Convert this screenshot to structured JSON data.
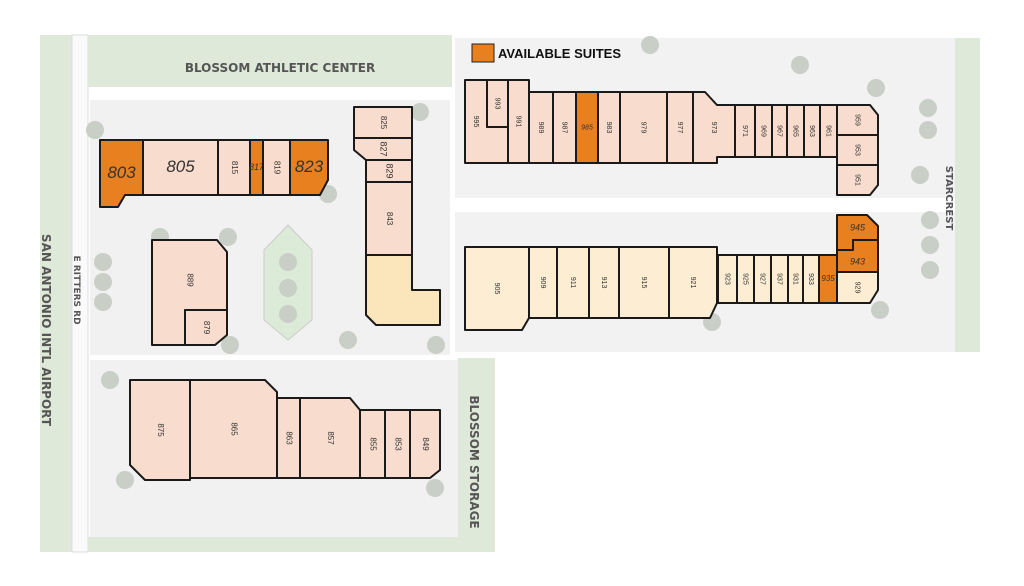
{
  "legend": {
    "label": "AVAILABLE SUITES",
    "color": "#e8801f"
  },
  "labels": {
    "athletic_center": "BLOSSOM ATHLETIC CENTER",
    "storage": "BLOSSOM STORAGE",
    "airport": "SAN ANTONIO INTL AIRPORT",
    "road": "E RITTERS RD",
    "starcrest": "STARCREST"
  },
  "colors": {
    "available": "#e8801f",
    "leased": "#f8dccd",
    "leased_alt": "#fdedd3",
    "tan": "#fbe6bb",
    "green": "#dfe9d9",
    "lot": "#f1f1f1"
  },
  "units": [
    {
      "id": "803",
      "status": "available"
    },
    {
      "id": "805",
      "status": "leased"
    },
    {
      "id": "815",
      "status": "leased"
    },
    {
      "id": "817",
      "status": "available"
    },
    {
      "id": "819",
      "status": "leased"
    },
    {
      "id": "823",
      "status": "available"
    },
    {
      "id": "825",
      "status": "leased"
    },
    {
      "id": "827",
      "status": "leased"
    },
    {
      "id": "829",
      "status": "leased"
    },
    {
      "id": "843",
      "status": "leased"
    },
    {
      "id": "889",
      "status": "leased"
    },
    {
      "id": "879",
      "status": "leased"
    },
    {
      "id": "875",
      "status": "leased"
    },
    {
      "id": "865",
      "status": "leased"
    },
    {
      "id": "863",
      "status": "leased"
    },
    {
      "id": "857",
      "status": "leased"
    },
    {
      "id": "855",
      "status": "leased"
    },
    {
      "id": "853",
      "status": "leased"
    },
    {
      "id": "849",
      "status": "leased"
    },
    {
      "id": "995",
      "status": "leased"
    },
    {
      "id": "993",
      "status": "leased"
    },
    {
      "id": "991",
      "status": "leased"
    },
    {
      "id": "989",
      "status": "leased"
    },
    {
      "id": "987",
      "status": "leased"
    },
    {
      "id": "985",
      "status": "available"
    },
    {
      "id": "983",
      "status": "leased"
    },
    {
      "id": "979",
      "status": "leased"
    },
    {
      "id": "977",
      "status": "leased"
    },
    {
      "id": "973",
      "status": "leased"
    },
    {
      "id": "971",
      "status": "leased"
    },
    {
      "id": "969",
      "status": "leased"
    },
    {
      "id": "967",
      "status": "leased"
    },
    {
      "id": "965",
      "status": "leased"
    },
    {
      "id": "963",
      "status": "leased"
    },
    {
      "id": "961",
      "status": "leased"
    },
    {
      "id": "959",
      "status": "leased"
    },
    {
      "id": "953",
      "status": "leased"
    },
    {
      "id": "951",
      "status": "leased"
    },
    {
      "id": "905",
      "status": "leased"
    },
    {
      "id": "909",
      "status": "leased"
    },
    {
      "id": "911",
      "status": "leased"
    },
    {
      "id": "913",
      "status": "leased"
    },
    {
      "id": "915",
      "status": "leased"
    },
    {
      "id": "921",
      "status": "leased"
    },
    {
      "id": "923",
      "status": "leased"
    },
    {
      "id": "925",
      "status": "leased"
    },
    {
      "id": "927",
      "status": "leased"
    },
    {
      "id": "937",
      "status": "leased"
    },
    {
      "id": "931",
      "status": "leased"
    },
    {
      "id": "933",
      "status": "leased"
    },
    {
      "id": "935",
      "status": "available"
    },
    {
      "id": "945",
      "status": "available"
    },
    {
      "id": "943",
      "status": "available"
    },
    {
      "id": "929",
      "status": "leased"
    }
  ]
}
